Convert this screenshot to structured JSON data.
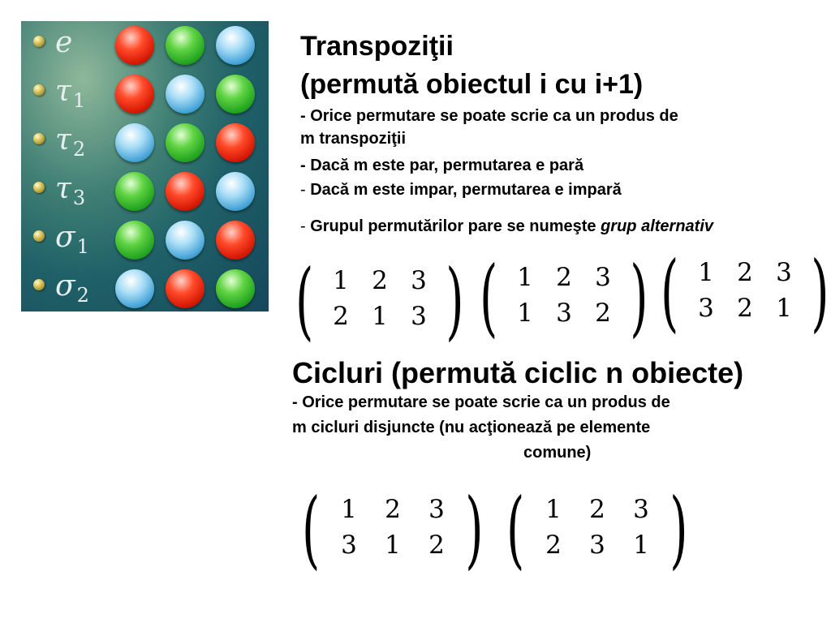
{
  "panel": {
    "rows": [
      {
        "symbol": "e",
        "sub": "",
        "balls": [
          "red",
          "green",
          "blue"
        ]
      },
      {
        "symbol": "τ",
        "sub": "1",
        "balls": [
          "red",
          "blue",
          "green"
        ]
      },
      {
        "symbol": "τ",
        "sub": "2",
        "balls": [
          "blue",
          "green",
          "red"
        ]
      },
      {
        "symbol": "τ",
        "sub": "3",
        "balls": [
          "green",
          "red",
          "blue"
        ]
      },
      {
        "symbol": "σ",
        "sub": "1",
        "balls": [
          "green",
          "blue",
          "red"
        ]
      },
      {
        "symbol": "σ",
        "sub": "2",
        "balls": [
          "blue",
          "red",
          "green"
        ]
      }
    ]
  },
  "transpositions": {
    "title_line1": "Transpoziţii",
    "title_line2": "(permută obiectul i cu i+1)",
    "bullet1_line1": "- Orice permutare se poate scrie ca un produs de",
    "bullet1_line2": "m transpoziţii",
    "bullet2": "- Dacă m este par, permutarea e pară",
    "bullet3_dash": "- ",
    "bullet3_text": "Dacă m este impar, permutarea e impară",
    "bullet4_dash": "- ",
    "bullet4_text": "Grupul permutărilor pare se numeşte ",
    "bullet4_italic": "grup alternativ"
  },
  "cycles": {
    "title": "Cicluri (permută ciclic n obiecte)",
    "bullet1_line1": "- Orice permutare se poate scrie ca un produs de",
    "bullet1_line2": "m cicluri disjuncte  (nu acţionează pe elemente",
    "bullet1_line3": "comune)"
  },
  "matrices": {
    "transpositions": [
      {
        "top": [
          "1",
          "2",
          "3"
        ],
        "bottom": [
          "2",
          "1",
          "3"
        ]
      },
      {
        "top": [
          "1",
          "2",
          "3"
        ],
        "bottom": [
          "1",
          "3",
          "2"
        ]
      },
      {
        "top": [
          "1",
          "2",
          "3"
        ],
        "bottom": [
          "3",
          "2",
          "1"
        ]
      }
    ],
    "cycles": [
      {
        "top": [
          "1",
          "2",
          "3"
        ],
        "bottom": [
          "3",
          "1",
          "2"
        ]
      },
      {
        "top": [
          "1",
          "2",
          "3"
        ],
        "bottom": [
          "2",
          "3",
          "1"
        ]
      }
    ]
  }
}
